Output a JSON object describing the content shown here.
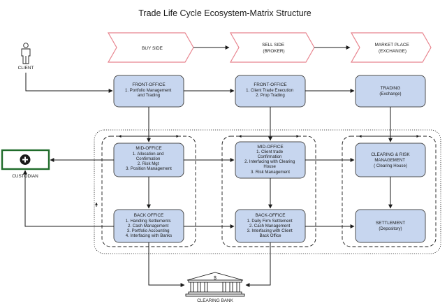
{
  "title": "Trade Life Cycle Ecosystem-Matrix Structure",
  "chevrons": {
    "buy_side": [
      "BUY SIDE"
    ],
    "sell_side": [
      "SELL SIDE",
      "(BROKER)"
    ],
    "market_place": [
      "MARKET PLACE",
      "(EXCHANGE)"
    ]
  },
  "actors": {
    "client": "CLIENT",
    "custodian": "CUSTODIAN",
    "clearing_bank": "CLEARING BANK"
  },
  "boxes": {
    "buy_front": {
      "heading": "FRONT-OFFICE",
      "lines": [
        "1. Portfolio Management",
        "and Trading"
      ]
    },
    "sell_front": {
      "heading": "FRONT-OFFICE",
      "lines": [
        "1. Client Trade Execution",
        "2. Prop Trading"
      ]
    },
    "market_trading": {
      "heading": "TRADING",
      "lines": [
        "(Exchange)"
      ]
    },
    "buy_mid": {
      "heading": "MID-OFFICE",
      "lines": [
        "1. Allocation and",
        "Confirmation",
        "2. Risk Mgt",
        "3. Position Management"
      ]
    },
    "sell_mid": {
      "heading": "MID-OFFICE",
      "lines": [
        "1. Client trade",
        "Confirmation",
        "2. Interfacing with Clearing",
        "House",
        "3. Risk Management"
      ]
    },
    "market_clearing": {
      "heading": "CLEARING & RISK",
      "lines": [
        "MANAGEMENT",
        "( Clearing House)"
      ]
    },
    "buy_back": {
      "heading": "BACK OFFICE",
      "lines": [
        "1. Handling Settlements",
        "2. Cash Management",
        "3. Portfolio Accounting",
        "4. Interfacing with Banks"
      ]
    },
    "sell_back": {
      "heading": "BACK-OFFICE",
      "lines": [
        "1. Daily Firm Settlement",
        "2. Cash Management",
        "3. Interfacing with Client",
        "Back Office"
      ]
    },
    "market_settlement": {
      "heading": "SETTLEMENT",
      "lines": [
        "(Depository)"
      ]
    }
  },
  "colors": {
    "box_fill": "#c7d6ef",
    "chevron_stroke": "#e8858f",
    "custodian_green": "#1f6b2a"
  },
  "icons": {
    "client": "person-icon",
    "custodian": "plus-icon",
    "clearing_bank": "bank-icon"
  }
}
